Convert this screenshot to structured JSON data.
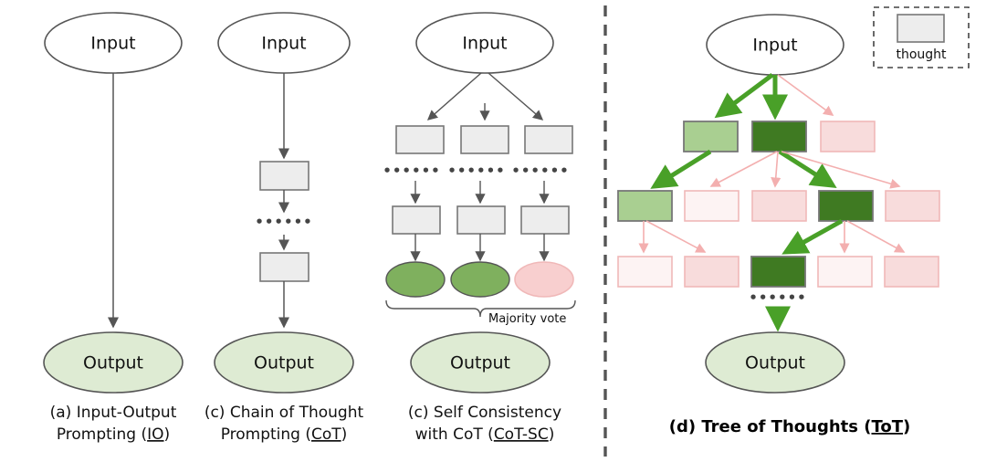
{
  "figure": {
    "title_nodes": {
      "input": "Input",
      "output": "Output"
    },
    "dots": "••••••",
    "colors": {
      "node_stroke": "#555555",
      "output_fill": "#DEEBD3",
      "thought_fill": "#EDEDED",
      "thought_stroke": "#777777",
      "green_dark": "#3F7A22",
      "green_mid": "#7FB05E",
      "green_light": "#A9CF91",
      "pink_fill": "#F8DCDC",
      "pink_pale": "#FDF3F3",
      "pink_stroke": "#F0B8B8",
      "arrow_gray": "#555555",
      "green_arrow": "#49A028",
      "pink_arrow": "#F3AFAF",
      "divider": "#555555"
    }
  },
  "panels": [
    {
      "id": "io",
      "caption_line1": "(a) Input-Output",
      "caption_line2": "Prompting (",
      "caption_underlined": "IO",
      "caption_line2_end": ")",
      "input": "Input",
      "output": "Output"
    },
    {
      "id": "cot",
      "caption_line1": "(c) Chain of Thought",
      "caption_line2": "Prompting (",
      "caption_underlined": "CoT",
      "caption_line2_end": ")",
      "input": "Input",
      "output": "Output",
      "thought_count": 2,
      "dots": "••••••"
    },
    {
      "id": "cot-sc",
      "caption_line1": "(c) Self Consistency",
      "caption_line2": "with CoT (",
      "caption_underlined": "CoT-SC",
      "caption_line2_end": ")",
      "input": "Input",
      "output": "Output",
      "majority_vote_label": "Majority vote",
      "branches": 3,
      "branch_results": [
        "green",
        "green",
        "pink"
      ],
      "dots": "••••••"
    },
    {
      "id": "tot",
      "caption_prefix": "(d) Tree of Thoughts (",
      "caption_underlined": "ToT",
      "caption_suffix": ")",
      "input": "Input",
      "output": "Output",
      "legend_label": "thought",
      "dots": "••••••",
      "tree": {
        "row1": [
          "green_light",
          "green_dark",
          "pink"
        ],
        "row2": [
          "green_light",
          "pink_pale",
          "pink",
          "green_dark",
          "pink"
        ],
        "row3": [
          "pink_pale",
          "pink",
          "green_dark",
          "pink_pale",
          "pink"
        ]
      }
    }
  ]
}
